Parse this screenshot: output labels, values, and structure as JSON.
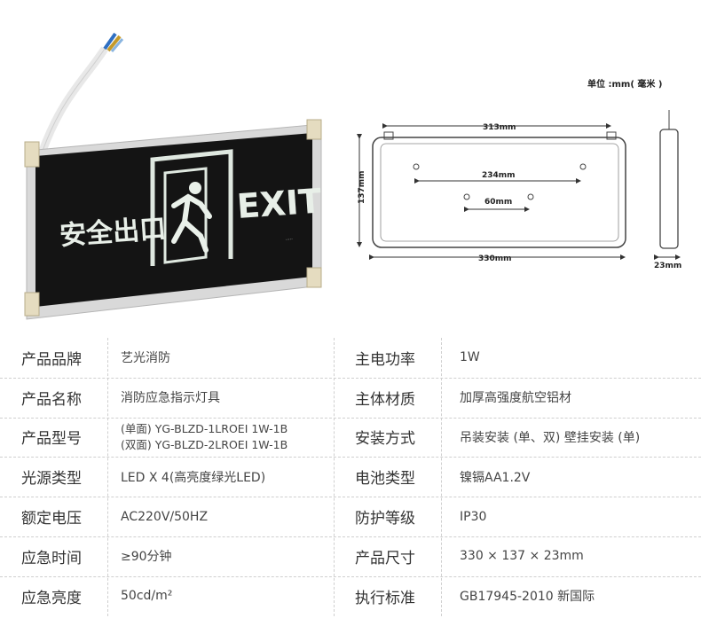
{
  "product_sign": {
    "sign_text_cn": "安全出口",
    "sign_text_en": "EXIT",
    "brand_mark": "艺光消防"
  },
  "dimensions": {
    "unit_label": "单位 :mm( 毫米 )",
    "width_top": "313mm",
    "height": "137mm",
    "hole_spacing": "234mm",
    "inner_spacing": "60mm",
    "width_bottom": "330mm",
    "depth": "23mm"
  },
  "specs": [
    {
      "label1": "产品品牌",
      "value1": "艺光消防",
      "label2": "主电功率",
      "value2": "1W"
    },
    {
      "label1": "产品名称",
      "value1": "消防应急指示灯具",
      "label2": "主体材质",
      "value2": "加厚高强度航空铝材"
    },
    {
      "label1": "产品型号",
      "value1_lines": [
        "(单面) YG-BLZD-1LROEI  1W-1B",
        "(双面) YG-BLZD-2LROEI   1W-1B"
      ],
      "label2": "安装方式",
      "value2": "吊装安装 (单、双) 壁挂安装 (单)"
    },
    {
      "label1": "光源类型",
      "value1": "LED X 4(高亮度绿光LED)",
      "label2": "电池类型",
      "value2": "镍镉AA1.2V"
    },
    {
      "label1": "额定电压",
      "value1": "AC220V/50HZ",
      "label2": "防护等级",
      "value2": "IP30"
    },
    {
      "label1": "应急时间",
      "value1": "≥90分钟",
      "label2": "产品尺寸",
      "value2": "330 × 137 × 23mm"
    },
    {
      "label1": "应急亮度",
      "value1": "50cd/m²",
      "label2": "执行标准",
      "value2": "GB17945-2010 新国际"
    }
  ]
}
